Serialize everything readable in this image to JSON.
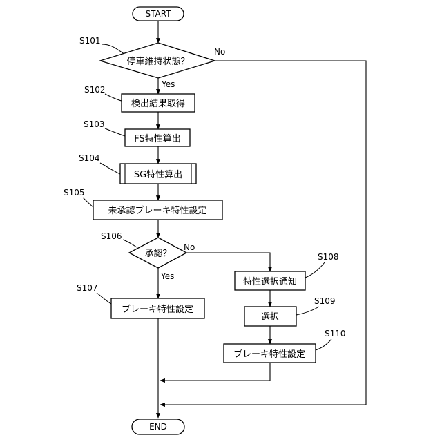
{
  "terminals": {
    "start": "START",
    "end": "END"
  },
  "steps": {
    "s101": {
      "ref": "S101",
      "label": "停車維持状態？"
    },
    "s102": {
      "ref": "S102",
      "label": "検出結果取得"
    },
    "s103": {
      "ref": "S103",
      "label": "FS特性算出"
    },
    "s104": {
      "ref": "S104",
      "label": "SG特性算出"
    },
    "s105": {
      "ref": "S105",
      "label": "未承認ブレーキ特性設定"
    },
    "s106": {
      "ref": "S106",
      "label": "承認？"
    },
    "s107": {
      "ref": "S107",
      "label": "ブレーキ特性設定"
    },
    "s108": {
      "ref": "S108",
      "label": "特性選択通知"
    },
    "s109": {
      "ref": "S109",
      "label": "選択"
    },
    "s110": {
      "ref": "S110",
      "label": "ブレーキ特性設定"
    }
  },
  "branches": {
    "s101_yes": "Yes",
    "s101_no": "No",
    "s106_yes": "Yes",
    "s106_no": "No"
  }
}
